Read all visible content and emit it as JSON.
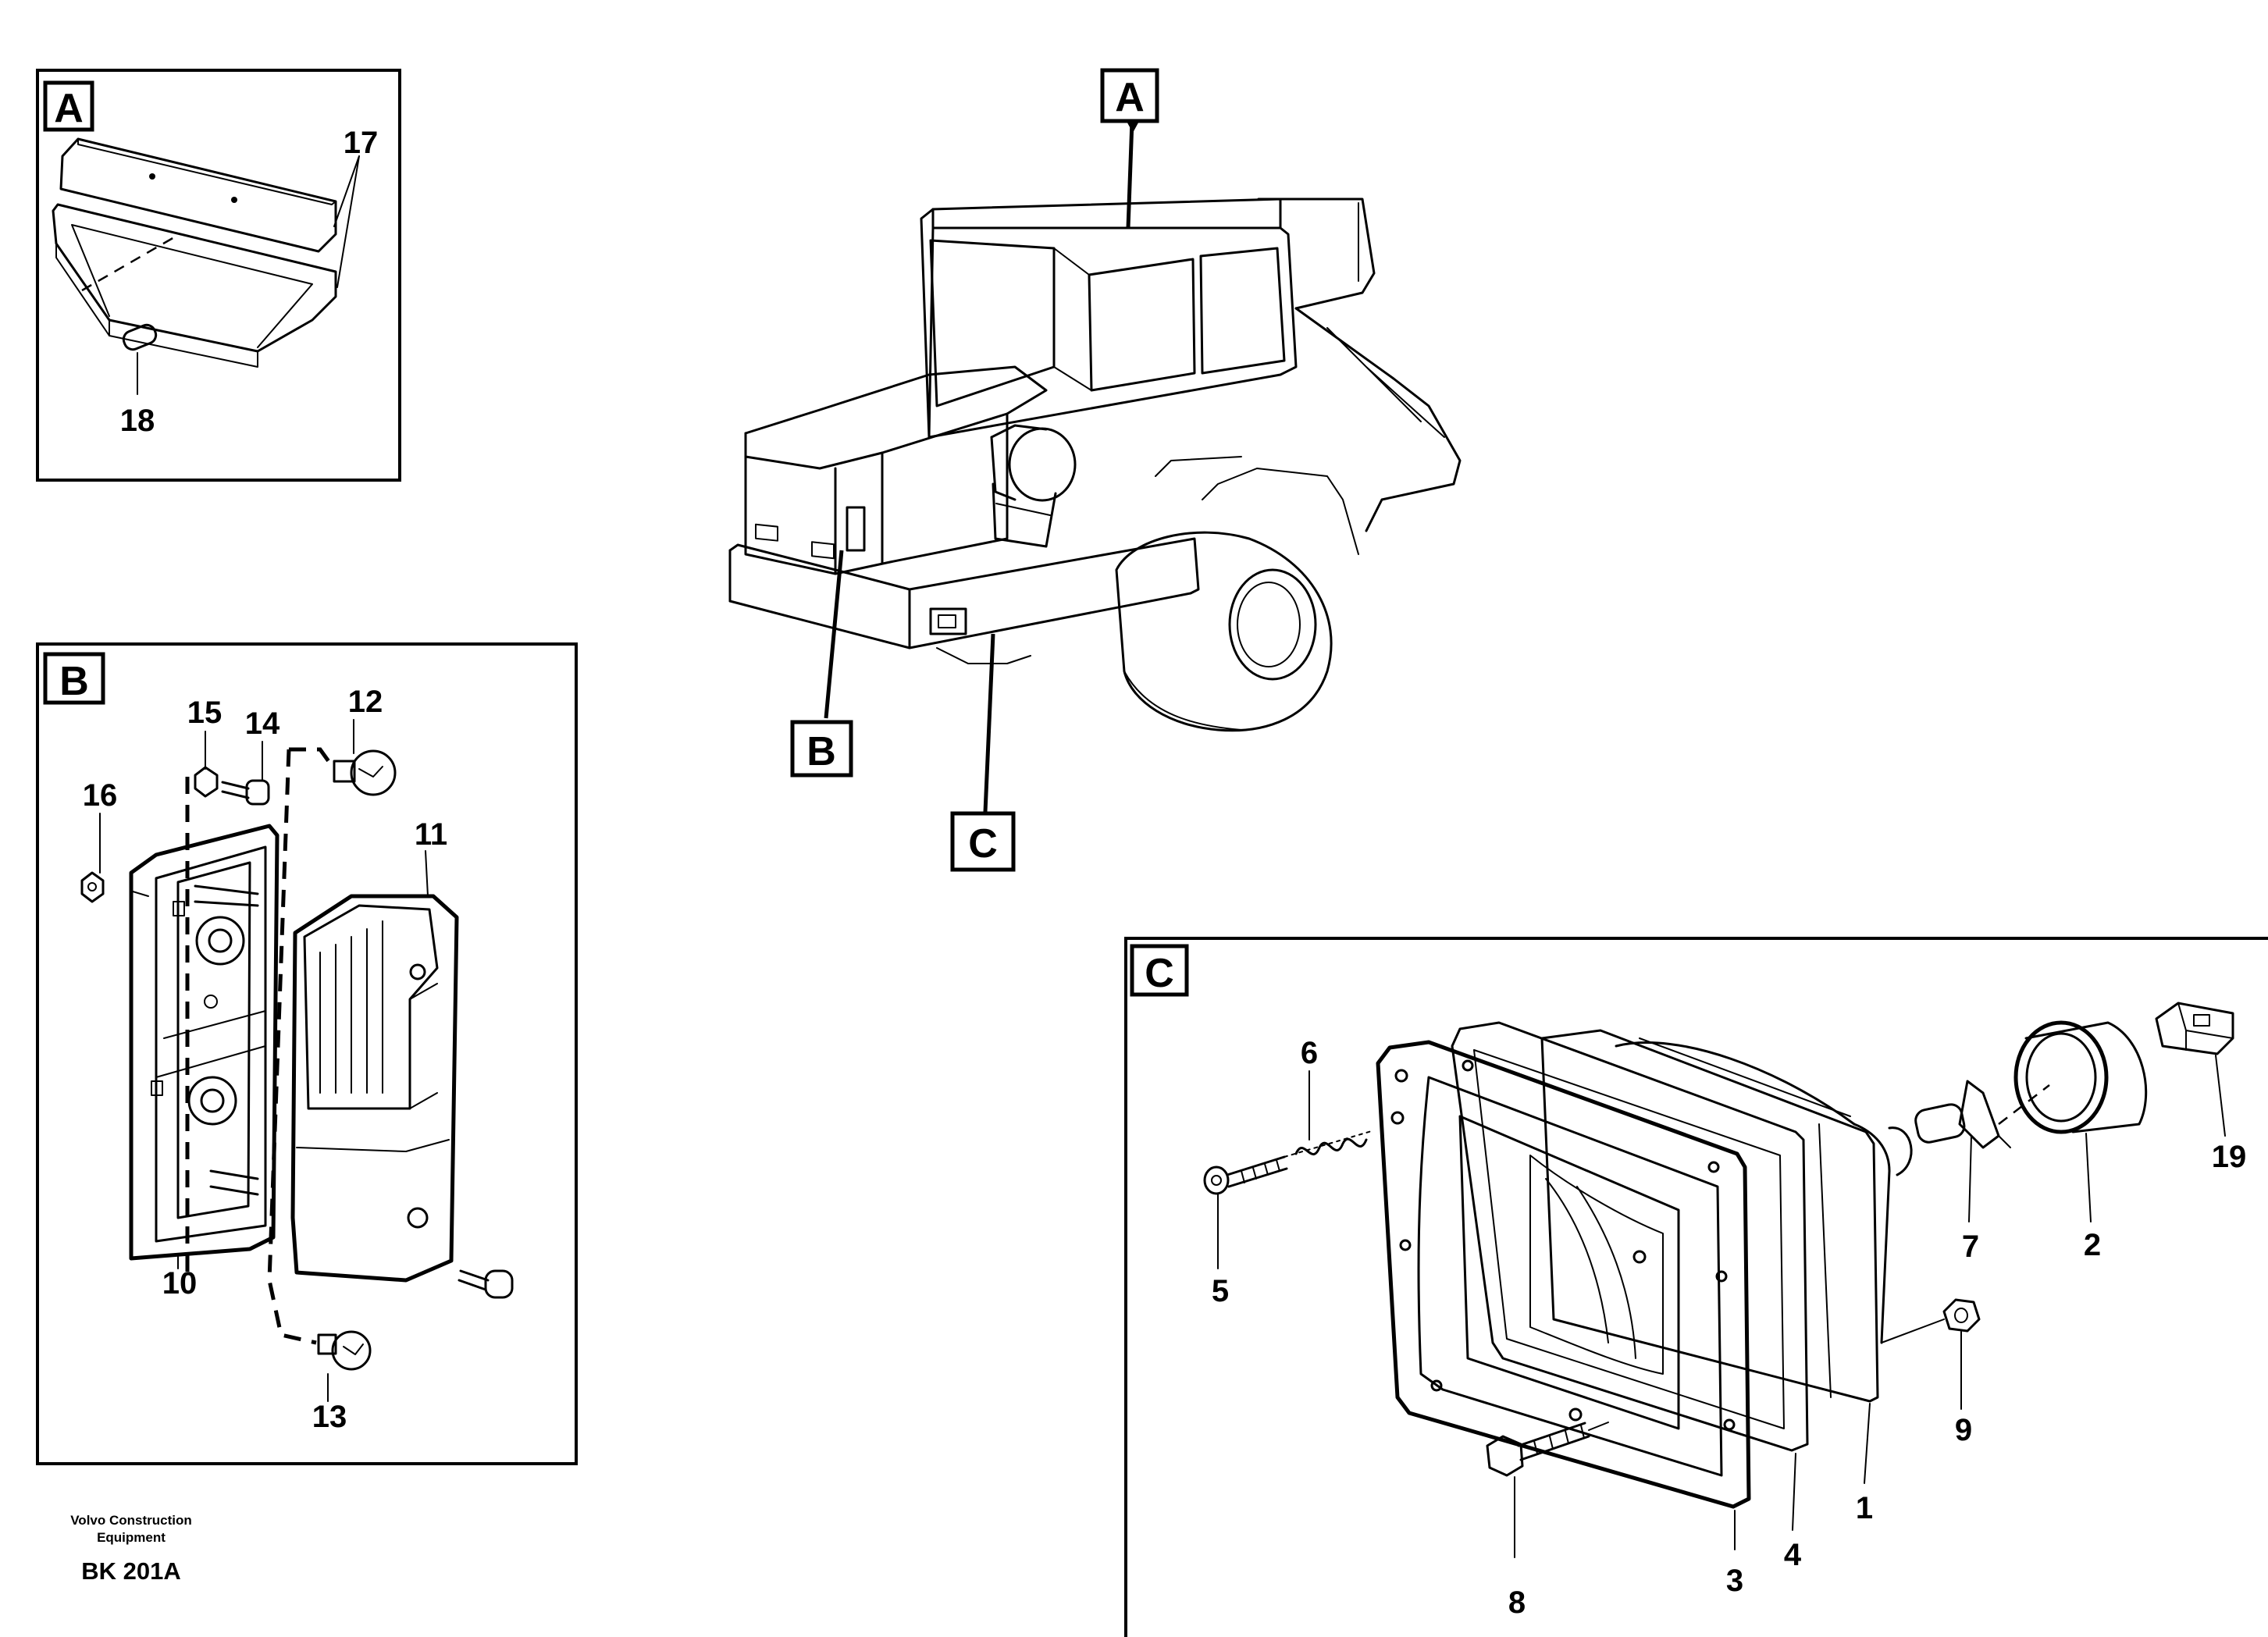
{
  "panels": {
    "A": {
      "letter": "A",
      "callouts": [
        "17",
        "18"
      ]
    },
    "B": {
      "letter": "B",
      "callouts": [
        "15",
        "14",
        "12",
        "16",
        "11",
        "10",
        "13"
      ]
    },
    "C": {
      "letter": "C",
      "callouts": [
        "6",
        "5",
        "8",
        "3",
        "4",
        "1",
        "9",
        "7",
        "2",
        "19"
      ]
    }
  },
  "vehicle": {
    "tags": [
      "A",
      "B",
      "C"
    ]
  },
  "footer": {
    "company_line1": "Volvo Construction",
    "company_line2": "Equipment",
    "code": "BK 201A"
  }
}
